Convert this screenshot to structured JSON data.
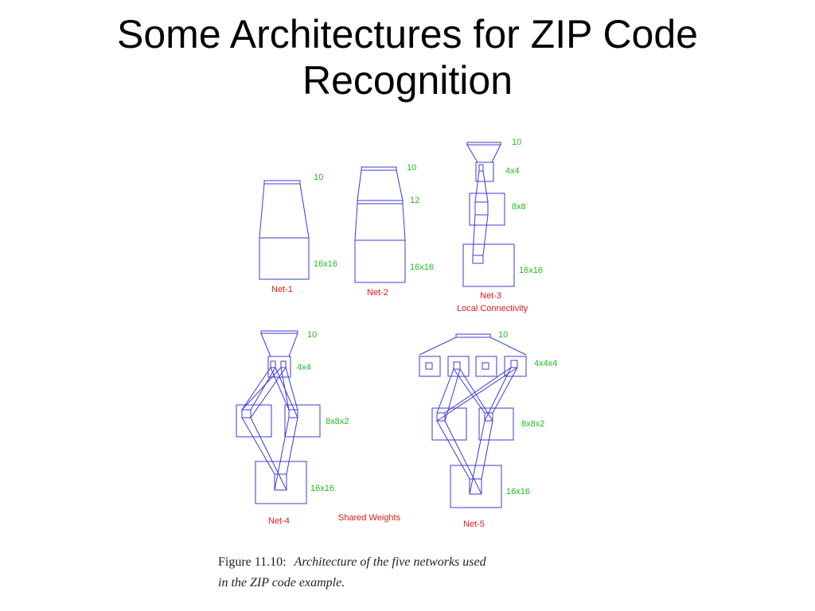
{
  "title": {
    "line1": "Some Architectures for ZIP Code",
    "line2": "Recognition"
  },
  "labels": {
    "ten": "10",
    "twelve": "12",
    "s16": "16x16",
    "s4": "4x4",
    "s8": "8x8",
    "s8x8x2": "8x8x2",
    "s4x4x4": "4x4x4"
  },
  "nets": {
    "net1": "Net-1",
    "net2": "Net-2",
    "net3": "Net-3",
    "net4": "Net-4",
    "net5": "Net-5"
  },
  "annotations": {
    "local": "Local Connectivity",
    "shared": "Shared Weights"
  },
  "caption": {
    "label": "Figure 11.10:",
    "text1": "Architecture of the five networks used",
    "text2": "in the ZIP code example."
  },
  "colors": {
    "lines": "#3b3bd6",
    "sizes": "#22bb22",
    "names": "#e01818"
  }
}
